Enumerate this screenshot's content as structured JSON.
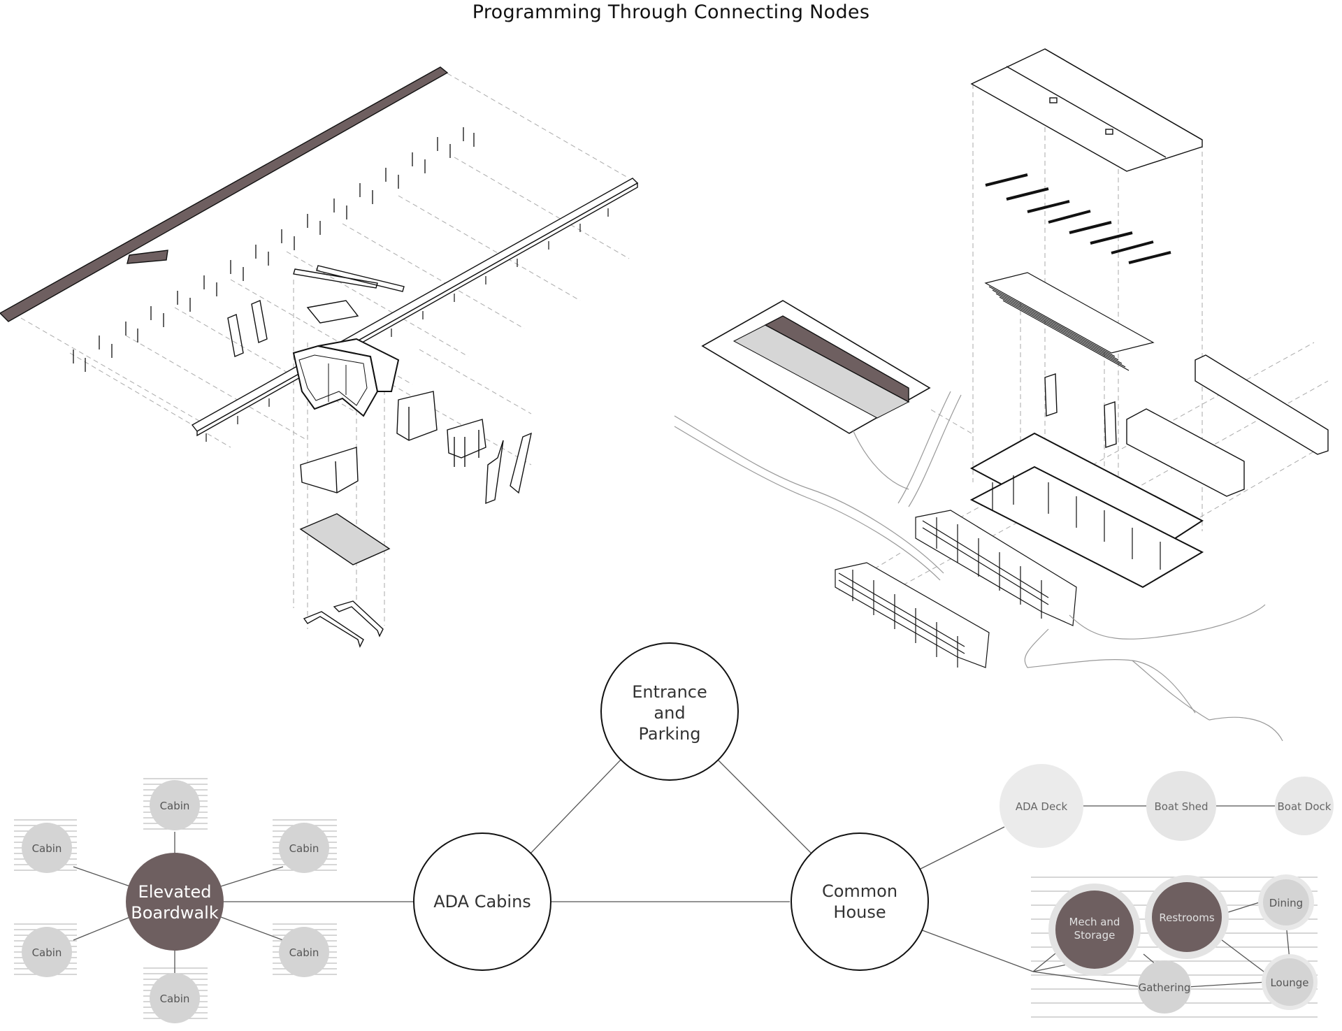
{
  "title": "Programming Through Connecting Nodes",
  "colors": {
    "dark_node": "#6e5f60",
    "light_node": "#d4d4d4",
    "pale_node": "#e8e8e8",
    "line": "#666666",
    "main_stroke": "#111111"
  },
  "main_nodes": {
    "entrance": [
      "Entrance",
      "and",
      "Parking"
    ],
    "ada_cabins": "ADA Cabins",
    "common_house": [
      "Common",
      "House"
    ]
  },
  "boardwalk_cluster": {
    "hub": [
      "Elevated",
      "Boardwalk"
    ],
    "cabins": [
      "Cabin",
      "Cabin",
      "Cabin",
      "Cabin",
      "Cabin",
      "Cabin"
    ]
  },
  "common_cluster": {
    "ada_deck": "ADA Deck",
    "boat_shed": "Boat Shed",
    "boat_dock": "Boat Dock",
    "mech_storage": [
      "Mech and",
      "Storage"
    ],
    "restrooms": "Restrooms",
    "dining": "Dining",
    "gathering": "Gathering",
    "lounge": "Lounge"
  }
}
